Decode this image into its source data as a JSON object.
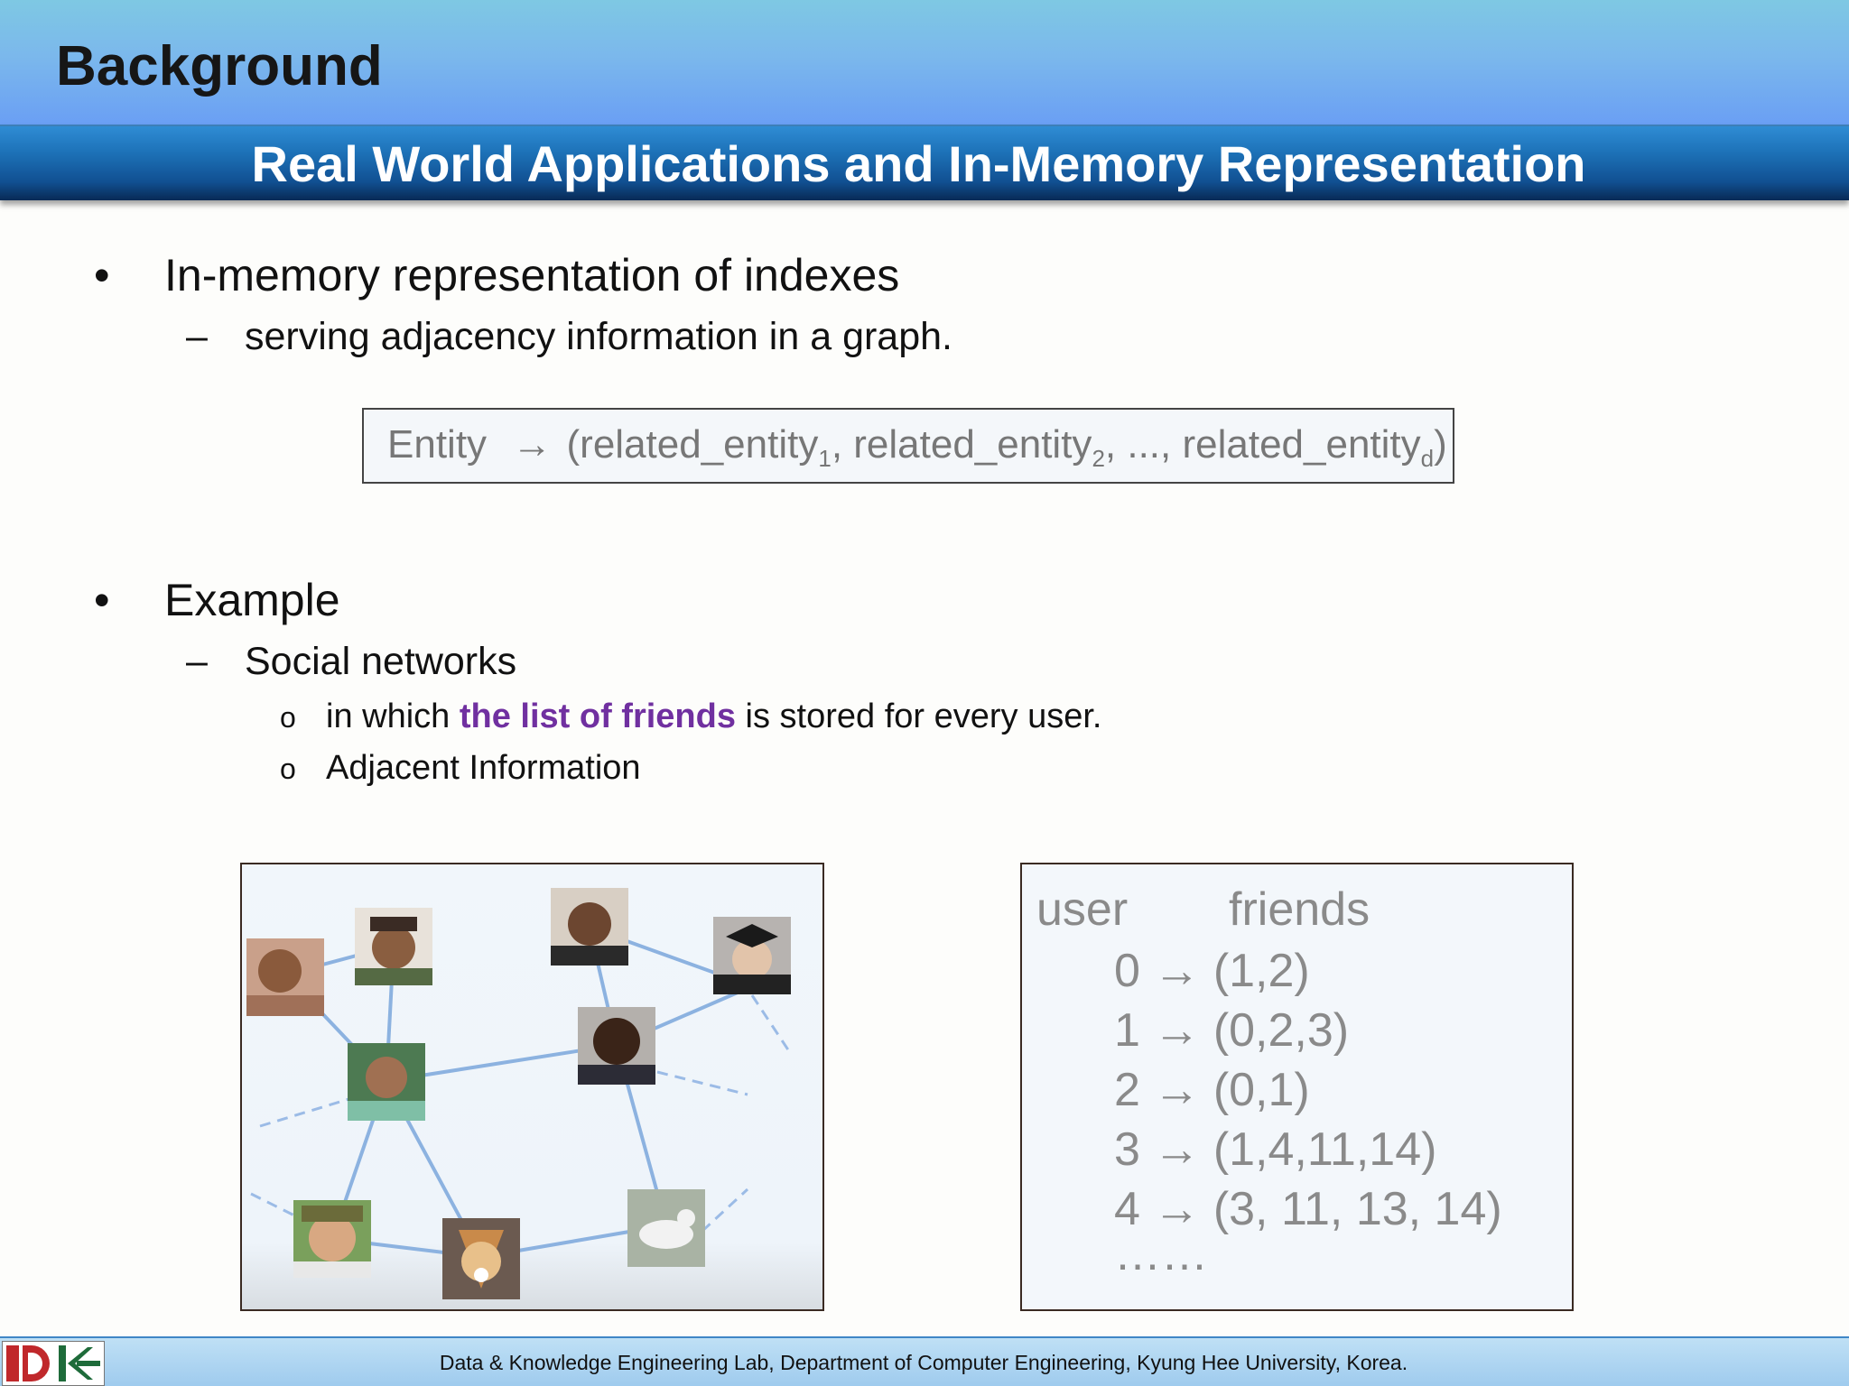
{
  "header": {
    "section": "Background",
    "subtitle": "Real World Applications and In-Memory Representation"
  },
  "bullets": {
    "b1": {
      "marker": "•",
      "text": "In-memory representation of indexes"
    },
    "b1_sub": {
      "marker": "–",
      "text": "serving adjacency information in a graph."
    },
    "formula": {
      "entity": "Entity",
      "arrow": "→",
      "open": "(related_entity",
      "sub1": "1",
      "mid1": ", related_entity",
      "sub2": "2",
      "mid2": ", ..., related_entity",
      "subd": "d",
      "close": ")"
    },
    "b2": {
      "marker": "•",
      "text": "Example"
    },
    "b2_sub": {
      "marker": "–",
      "text": "Social networks"
    },
    "b2_sub_a": {
      "marker": "o",
      "pre": "in which ",
      "highlight": "the list of friends",
      "post": " is stored for every user."
    },
    "b2_sub_b": {
      "marker": "o",
      "text": "Adjacent Information"
    }
  },
  "colors": {
    "highlight": "#7030a0",
    "header_top": "#7ec8e3",
    "subbar": "#115092"
  },
  "friends_table": {
    "col_user": "user",
    "col_friends": "friends",
    "rows": [
      "0 → (1,2)",
      "1 → (0,2,3)",
      "2 → (0,1)",
      "3 → (1,4,11,14)",
      "4 → (3, 11, 13, 14)",
      "……"
    ]
  },
  "footer": {
    "text": "Data & Knowledge Engineering Lab, Department of Computer Engineering, Kyung Hee University, Korea.",
    "logo_icon": "dke-lab-logo-icon"
  }
}
